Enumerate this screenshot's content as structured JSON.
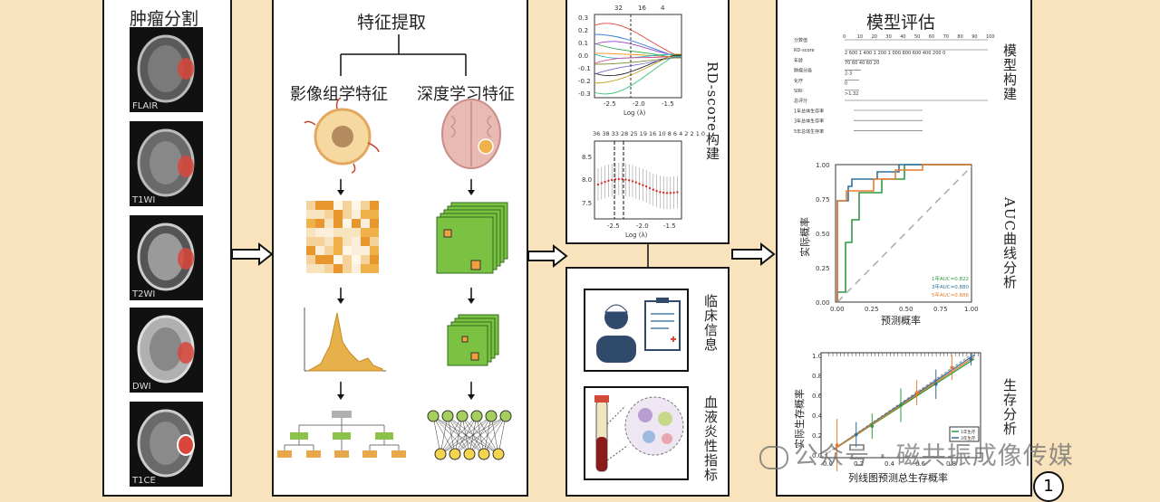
{
  "colors": {
    "background": "#f8e3bd",
    "tumor": "#d9463b",
    "heatmap": "#f0b04a",
    "feature_map": "#7cc242"
  },
  "segmentation": {
    "title": "肿瘤分割",
    "sequences": [
      "FLAIR",
      "T1WI",
      "T2WI",
      "DWI",
      "T1CE"
    ]
  },
  "feature_extraction": {
    "title": "特征提取",
    "radiomics": "影像组学特征",
    "deep_learning": "深度学习特征"
  },
  "rd_score": {
    "title": "RD-score构建",
    "lasso_top_ticks": [
      "32",
      "16",
      "4"
    ],
    "cv_top_ticks": "36 38 33 28 25 19 16 10 8 6 4 2 2 1 0",
    "xlabel": "Log (λ)",
    "x_ticks": [
      "-2.5",
      "-2.0",
      "-1.5"
    ],
    "lasso_y_ticks": [
      "0.3",
      "0.2",
      "0.1",
      "0.0",
      "-0.1",
      "-0.2",
      "-0.3"
    ],
    "cv_y_ticks": [
      "8.5",
      "8.0",
      "7.5"
    ]
  },
  "clinical": {
    "clinical_info": "临床信息",
    "blood_markers": "血液炎性指标"
  },
  "evaluation": {
    "title": "模型评估",
    "nomogram_label": "模型构建",
    "auc_label": "AUC曲线分析",
    "survival_label": "生存分析",
    "nomogram_rows": [
      "分数值",
      "RD-score",
      "年龄",
      "肿瘤分级",
      "化疗",
      "SIRI",
      "总评分",
      "1年总体生存率",
      "3年总体生存率",
      "5年总体生存率"
    ],
    "points_ticks": [
      "0",
      "10",
      "20",
      "30",
      "40",
      "50",
      "60",
      "70",
      "80",
      "90",
      "100"
    ],
    "rd_ticks": "2 600 1 400 1 200 1 000 800 600 400 200 0",
    "age_ticks": "70 60 40 60 20",
    "grade_ticks": "2-3",
    "chemo_ticks": "0",
    "siri_ticks": ">1.32",
    "roc": {
      "xlabel": "预测概率",
      "ylabel": "实际概率",
      "x_ticks": [
        "0.00",
        "0.25",
        "0.50",
        "0.75",
        "1.00"
      ],
      "y_ticks": [
        "1.00",
        "0.75",
        "0.50",
        "0.25",
        "0.00"
      ],
      "legend": [
        "1年AUC=0.822",
        "3年AUC=0.880",
        "5年AUC=0.886"
      ],
      "legend_colors": [
        "#2f9a3f",
        "#2f6f9e",
        "#e87b2e"
      ]
    },
    "calibration": {
      "xlabel": "列线图预测总生存概率",
      "ylabel": "实际生存概率",
      "x_ticks": [
        "0.0",
        "0.2",
        "0.4",
        "0.6",
        "0.8"
      ],
      "y_ticks": [
        "1.0",
        "0.8",
        "0.6",
        "0.4",
        "0.2",
        "0.0"
      ],
      "legend": [
        "1年生存",
        "3年生存"
      ]
    }
  },
  "watermark": "公众号 · 磁共振成像传媒",
  "badge": "1"
}
